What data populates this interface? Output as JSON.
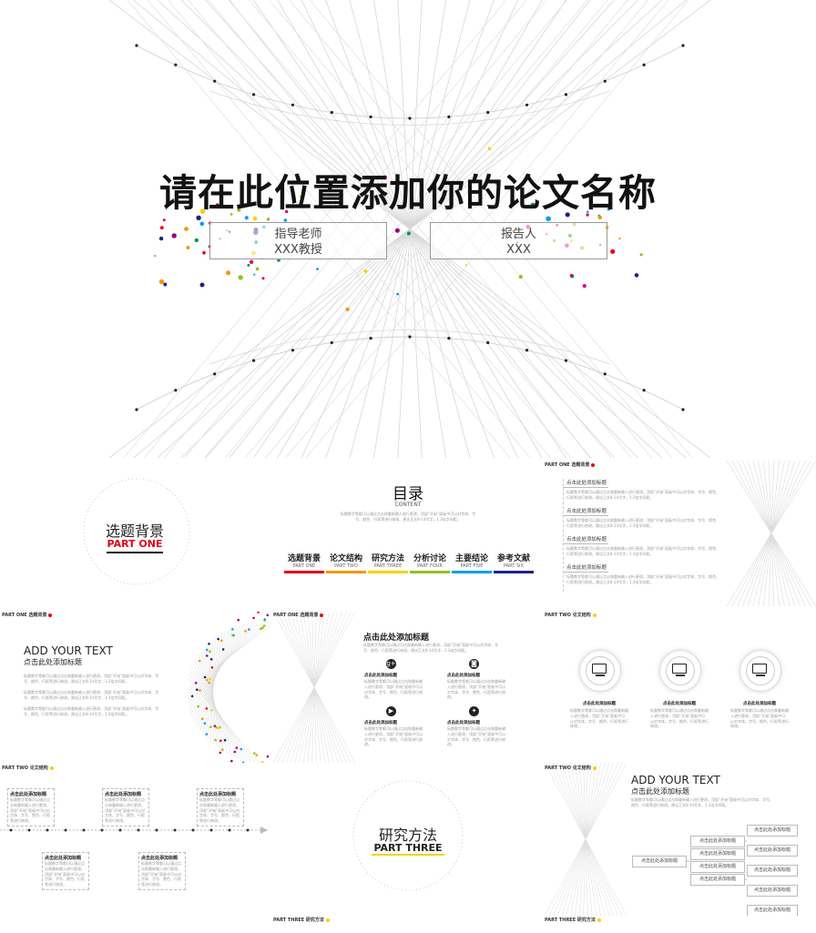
{
  "cover": {
    "title": "请在此位置添加你的论文名称",
    "advisor_label": "指导老师",
    "advisor_name": "XXX教授",
    "reporter_label": "报告人",
    "reporter_name": "XXX"
  },
  "slide_part_one": {
    "title": "选题背景",
    "subtitle": "PART ONE"
  },
  "slide_toc": {
    "title": "目录",
    "subtitle": "CONTENT",
    "desc": "标题数字等都可以通过点击和重新输入进行更改，顶部“开始”面板中可以对字体、字号、颜色、行距等进行修改。建议正文8-14号字，1.3倍字间距。",
    "items": [
      {
        "t": "选题背景",
        "s": "PART ONE",
        "color": "#e2001a"
      },
      {
        "t": "论文结构",
        "s": "PART TWO",
        "color": "#f39800"
      },
      {
        "t": "研究方法",
        "s": "PART THREE",
        "color": "#f5d300"
      },
      {
        "t": "分析讨论",
        "s": "PART FOUR",
        "color": "#8fc31f"
      },
      {
        "t": "主要结论",
        "s": "PART FIVE",
        "color": "#00a0e9"
      },
      {
        "t": "参考文献",
        "s": "PART SIX",
        "color": "#1d2088"
      }
    ]
  },
  "slide_list": {
    "tag": "PART ONE 选题背景",
    "items": [
      "点击此处添加标题",
      "点击此处添加标题",
      "点击此处添加标题",
      "点击此处添加标题"
    ],
    "desc": "标题数字等都可以通过点击和重新输入进行更改，顶部“开始”面板中可以对字体、字号、颜色、行距等进行修改。建议正文8-14号字，1.3倍字间距。"
  },
  "slide_add_text": {
    "tag": "PART ONE 选题背景",
    "title": "ADD YOUR TEXT",
    "subtitle": "点击此处添加标题",
    "para1": "标题数字等都可以通过点击和重新输入进行更改，顶部“开始”面板中可以对字体、字号、颜色、行距等进行修改。建议正文8-14号字，1.3倍字间距。",
    "para2": "标题数字等都可以通过点击和重新输入进行更改，顶部“开始”面板中可以对字体、字号、颜色、行距等进行修改。建议正文8-14号字，1.3倍字间距。",
    "para3": "标题数字等都可以通过点击和重新输入进行更改，顶部“开始”面板中可以对字体、字号、颜色、行距等进行修改。建议正文8-14号字，1.3倍字间距。"
  },
  "slide_social": {
    "tag": "PART ONE 选题背景",
    "title": "点击此处添加标题",
    "desc": "标题数字等都可以通过点击和重新输入进行更改，顶部“开始”面板中可以对字体、字号、颜色、行距等进行修改。建议正文8-14号字，1.3倍字间距。",
    "items": [
      {
        "icon": "google-plus-icon",
        "glyph": "g+",
        "h": "点击此处添加标题",
        "d": "标题数字等都可以通过点击和重新输入进行更改，顶部“开始”面板中可以对字体、字号、颜色、行距等进行修改。"
      },
      {
        "icon": "instagram-icon",
        "glyph": "◙",
        "h": "点击此处添加标题",
        "d": "标题数字等都可以通过点击和重新输入进行更改，顶部“开始”面板中可以对字体、字号、颜色、行距等进行修改。"
      },
      {
        "icon": "youtube-icon",
        "glyph": "▶",
        "h": "点击此处添加标题",
        "d": "标题数字等都可以通过点击和重新输入进行更改，顶部“开始”面板中可以对字体、字号、颜色、行距等进行修改。"
      },
      {
        "icon": "twitter-icon",
        "glyph": "✦",
        "h": "点击此处添加标题",
        "d": "标题数字等都可以通过点击和重新输入进行更改，顶部“开始”面板中可以对字体、字号、颜色、行距等进行修改。"
      }
    ]
  },
  "slide_devices": {
    "tag": "PART TWO 论文结构",
    "items": [
      {
        "icon": "monitor-chart-icon",
        "h": "点击此处添加标题",
        "d": "标题数字等都可以通过点击和重新输入进行更改，顶部“开始”面板中可以对字体、字号、颜色、行距等进行修改。"
      },
      {
        "icon": "laptop-icon",
        "h": "点击此处添加标题",
        "d": "标题数字等都可以通过点击和重新输入进行更改，顶部“开始”面板中可以对字体、字号、颜色、行距等进行修改。"
      },
      {
        "icon": "tablet-icon",
        "h": "点击此处添加标题",
        "d": "标题数字等都可以通过点击和重新输入进行更改，顶部“开始”面板中可以对字体、字号、颜色、行距等进行修改。"
      }
    ]
  },
  "slide_timeline": {
    "tag": "PART TWO 论文结构",
    "items": [
      {
        "h": "点击此处添加标题",
        "d": "标题数字等都可以通过点击和重新输入进行更改，顶部“开始”面板中可以对字体、字号、颜色、行距等进行修改。"
      },
      {
        "h": "点击此处添加标题",
        "d": "标题数字等都可以通过点击和重新输入进行更改，顶部“开始”面板中可以对字体、字号、颜色、行距等进行修改。"
      },
      {
        "h": "点击此处添加标题",
        "d": "标题数字等都可以通过点击和重新输入进行更改，顶部“开始”面板中可以对字体、字号、颜色、行距等进行修改。"
      },
      {
        "h": "点击此处添加标题",
        "d": "标题数字等都可以通过点击和重新输入进行更改，顶部“开始”面板中可以对字体、字号、颜色、行距等进行修改。"
      },
      {
        "h": "点击此处添加标题",
        "d": "标题数字等都可以通过点击和重新输入进行更改，顶部“开始”面板中可以对字体、字号、颜色、行距等进行修改。"
      }
    ]
  },
  "slide_part_three": {
    "title": "研究方法",
    "subtitle": "PART THREE"
  },
  "slide_tree": {
    "tag": "PART TWO 论文结构",
    "title": "ADD YOUR TEXT",
    "subtitle": "点击此处添加标题",
    "desc": "标题数字等都可以通过点击和重新输入进行更改，顶部“开始”面板中可以对字体、字号、颜色、行距等进行修改。建议正文8-14号字，1.3倍字间距。",
    "root": "点击此处添加标题",
    "mid": [
      "点击此处添加标题",
      "点击此处添加标题",
      "点击此处添加标题",
      "点击此处添加标题"
    ],
    "leaf": [
      "点击此处添加标题",
      "点击此处添加标题",
      "点击此处添加标题",
      "点击此处添加标题",
      "点击此处添加标题"
    ]
  },
  "bottom_tags": {
    "left": "PART THREE 研究方法",
    "right": "PART THREE 研究方法"
  }
}
